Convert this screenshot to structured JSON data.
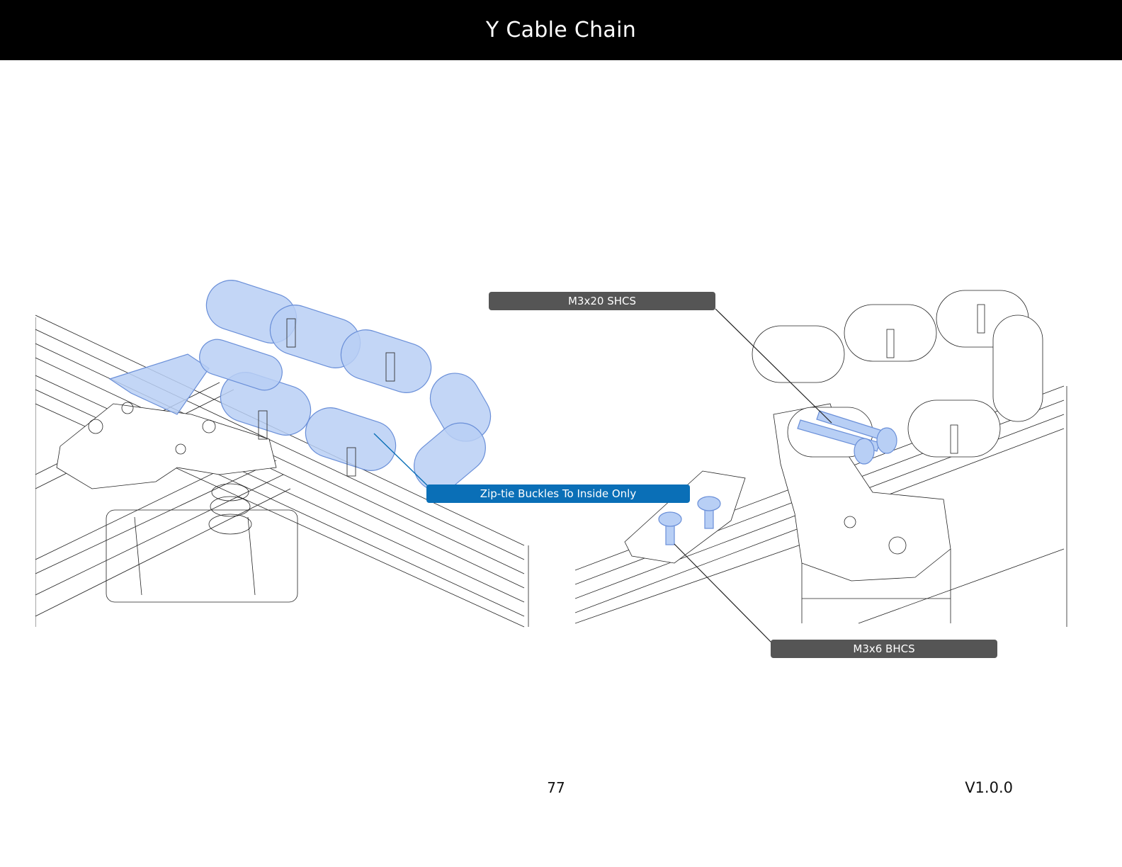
{
  "header": {
    "title": "Y Cable Chain"
  },
  "callouts": {
    "m3x20": "M3x20 SHCS",
    "ziptie": "Zip-tie Buckles To Inside Only",
    "m3x6": "M3x6 BHCS"
  },
  "footer": {
    "page_number": "77",
    "version": "V1.0.0"
  },
  "colors": {
    "header_bg": "#000000",
    "callout_gray": "#555555",
    "callout_blue": "#0a6fb7",
    "highlight_fill": "#b8cff5",
    "highlight_stroke": "#6a8fd8"
  }
}
